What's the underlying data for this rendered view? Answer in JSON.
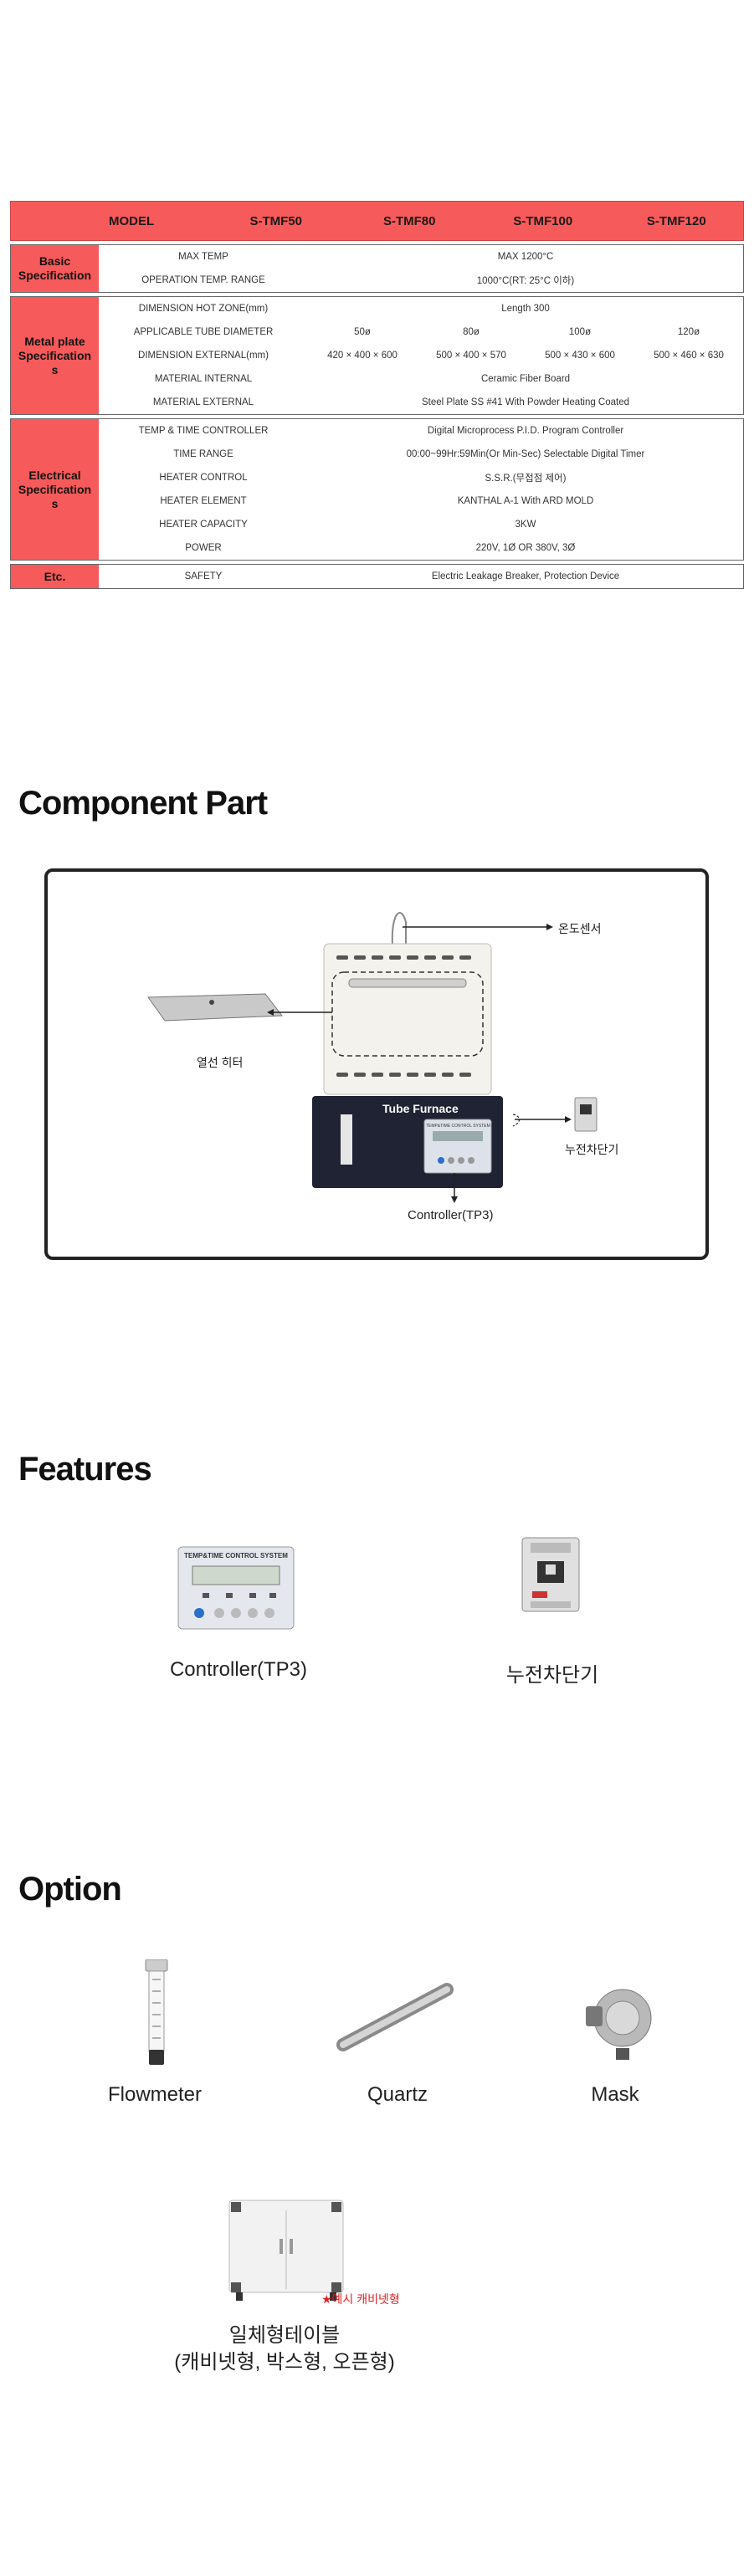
{
  "spec": {
    "header": {
      "model": "MODEL",
      "models": [
        "S-TMF50",
        "S-TMF80",
        "S-TMF100",
        "S-TMF120"
      ]
    },
    "groups": [
      {
        "label": "Basic Specification",
        "rows": [
          {
            "key": "MAX TEMP",
            "value": "MAX 1200°C"
          },
          {
            "key": "OPERATION TEMP. RANGE",
            "value": "1000°C(RT: 25°C 이하)"
          }
        ]
      },
      {
        "label": "Metal plate Specification s",
        "rows": [
          {
            "key": "DIMENSION HOT ZONE(mm)",
            "value": "Length 300"
          },
          {
            "key": "APPLICABLE TUBE DIAMETER",
            "values": [
              "50ø",
              "80ø",
              "100ø",
              "120ø"
            ]
          },
          {
            "key": "DIMENSION EXTERNAL(mm)",
            "values": [
              "420 × 400 × 600",
              "500 × 400 × 570",
              "500 × 430 × 600",
              "500 × 460 × 630"
            ]
          },
          {
            "key": "MATERIAL INTERNAL",
            "value": "Ceramic Fiber Board"
          },
          {
            "key": "MATERIAL EXTERNAL",
            "value": "Steel Plate SS #41 With Powder Heating Coated"
          }
        ]
      },
      {
        "label": "Electrical Specification s",
        "rows": [
          {
            "key": "TEMP & TIME CONTROLLER",
            "value": "Digital Microprocess P.I.D. Program Controller"
          },
          {
            "key": "TIME RANGE",
            "value": "00:00~99Hr:59Min(Or Min-Sec) Selectable Digital Timer"
          },
          {
            "key": "HEATER CONTROL",
            "value": "S.S.R.(무접점 제어)"
          },
          {
            "key": "HEATER ELEMENT",
            "value": "KANTHAL A-1 With ARD MOLD"
          },
          {
            "key": "HEATER CAPACITY",
            "value": "3KW"
          },
          {
            "key": "POWER",
            "value": "220V, 1Ø OR 380V, 3Ø"
          }
        ]
      },
      {
        "label": "Etc.",
        "rows": [
          {
            "key": "SAFETY",
            "value": "Electric Leakage Breaker, Protection Device"
          }
        ]
      }
    ]
  },
  "component": {
    "title": "Component Part",
    "furnace_label": "Tube Furnace",
    "labels": {
      "sensor": "온도센서",
      "heater": "열선 히터",
      "breaker": "누전차단기",
      "controller": "Controller(TP3)"
    },
    "controller_panel_title": "TEMP&TIME CONTROL SYSTEM"
  },
  "features": {
    "title": "Features",
    "items": [
      {
        "caption": "Controller(TP3)",
        "panel_title": "TEMP&TIME CONTROL SYSTEM"
      },
      {
        "caption": "누전차단기"
      }
    ]
  },
  "option": {
    "title": "Option",
    "items": [
      {
        "caption": "Flowmeter"
      },
      {
        "caption": "Quartz"
      },
      {
        "caption": "Mask"
      }
    ],
    "table": {
      "caption_line1": "일체형테이블",
      "caption_line2": "(캐비넷형, 박스형, 오픈형)",
      "note": "★예시 캐비넷형"
    }
  },
  "colors": {
    "accent": "#f75a5a",
    "dark": "#1f2333"
  }
}
